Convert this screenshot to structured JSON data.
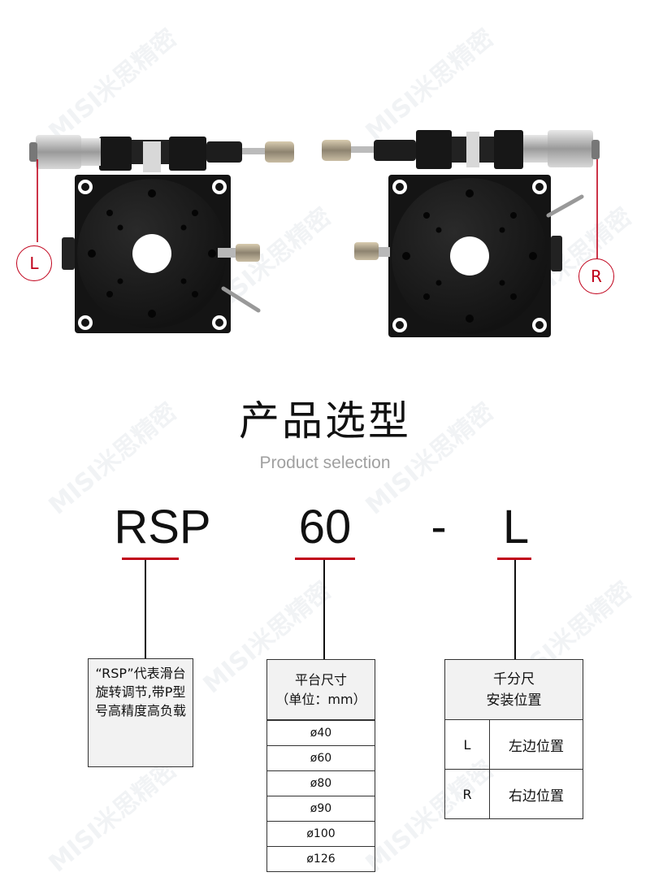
{
  "watermark": "MISI米思精密",
  "callouts": {
    "left": "L",
    "right": "R"
  },
  "title": "产品选型",
  "subtitle": "Product selection",
  "model_code": {
    "part1": "RSP",
    "part2": "60",
    "separator": "-",
    "part3": "L"
  },
  "series_box": {
    "text": "“RSP”代表滑台旋转调节,带P型号高精度高负载"
  },
  "platform_table": {
    "header_line1": "平台尺寸",
    "header_line2": "（单位：mm）",
    "rows": [
      "ø40",
      "ø60",
      "ø80",
      "ø90",
      "ø100",
      "ø126"
    ]
  },
  "micrometer_table": {
    "header_line1": "千分尺",
    "header_line2": "安装位置",
    "rows": [
      {
        "key": "L",
        "value": "左边位置"
      },
      {
        "key": "R",
        "value": "右边位置"
      }
    ]
  },
  "colors": {
    "accent_red": "#c0001a",
    "stage_black": "#151515",
    "header_gray": "#f2f2f2"
  }
}
